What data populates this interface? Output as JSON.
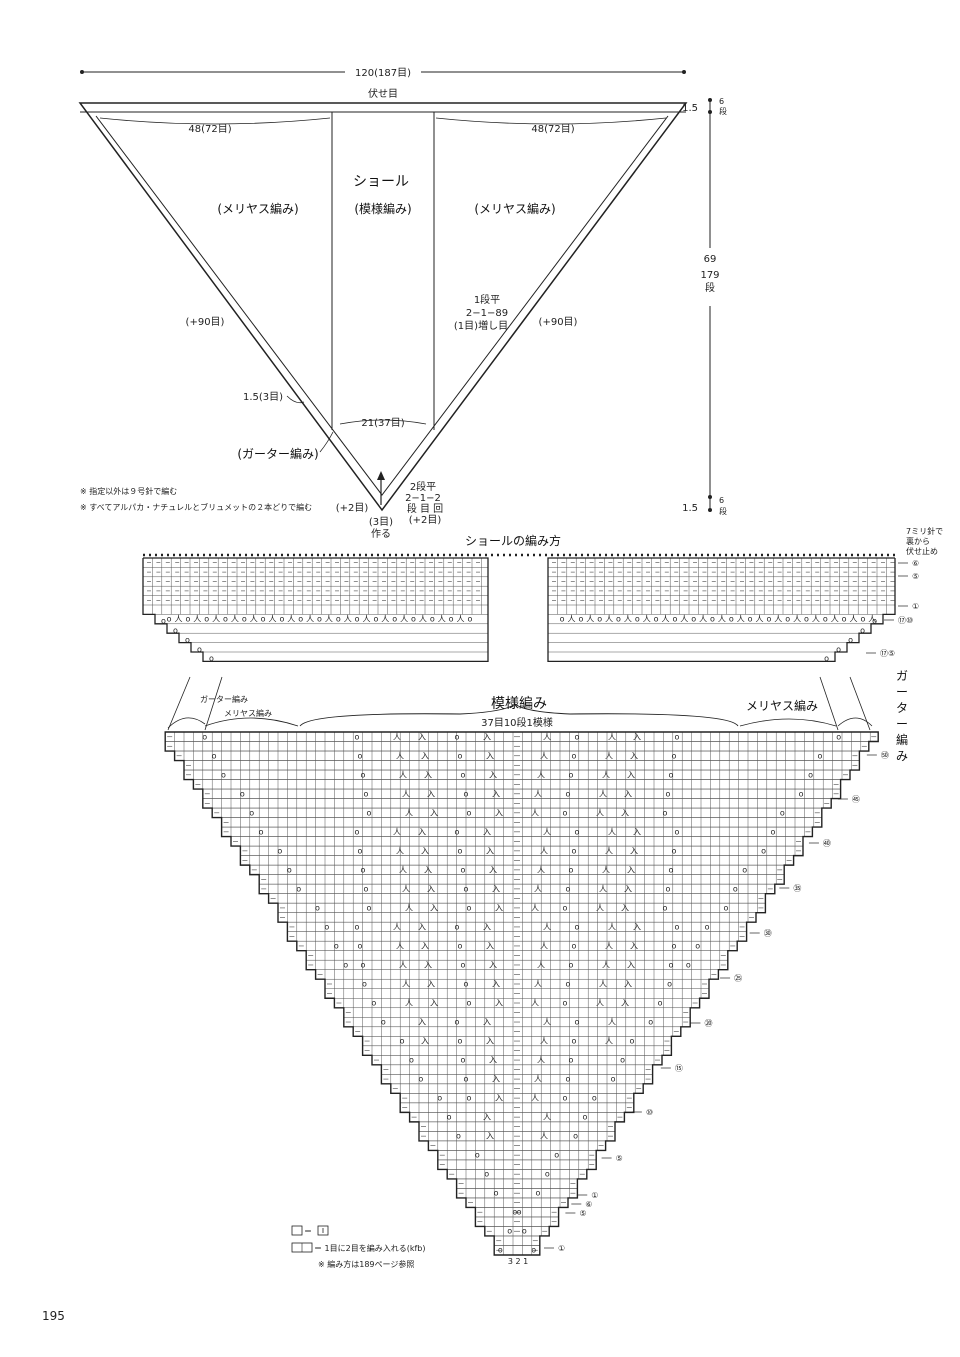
{
  "schematic": {
    "width_total": "120(187目)",
    "bind_off_label": "伏せ目",
    "half_width_left": "48(72目)",
    "half_width_right": "48(72目)",
    "title": "ショール",
    "center_pattern": "(模様編み)",
    "side_pattern_left": "(メリヤス編み)",
    "side_pattern_right": "(メリヤス編み)",
    "inc_left": "(+90目)",
    "inc_right": "(+90目)",
    "inc_rule_line1": "1段平",
    "inc_rule_line2": "2−1−89",
    "inc_rule_line3": "(1目)増し目",
    "edge_width": "1.5(3目)",
    "center_width": "21(37目)",
    "garter_label": "(ガーター編み)",
    "cast_on_line1": "(3目)",
    "cast_on_line2": "作る",
    "plus2_left": "(+2目)",
    "bottom_rule_line1": "2段平",
    "bottom_rule_line2": "2−1−2",
    "bottom_rule_line3": "段 目 回",
    "bottom_rule_line4": "(+2目)",
    "height_label": "69",
    "height_rows_1": "179",
    "height_rows_2": "段",
    "top_band": "1.5",
    "top_band_rows_1": "6",
    "top_band_rows_2": "段",
    "bottom_band": "1.5",
    "bottom_band_rows_1": "6",
    "bottom_band_rows_2": "段",
    "note1": "※ 指定以外は９号針で編む",
    "note2": "※ すべてアルパカ・ナチュレルとブリュメットの２本どりで編む"
  },
  "chart": {
    "title": "ショールの編み方",
    "bindoff_note_1": "7ミリ針で",
    "bindoff_note_2": "裏から",
    "bindoff_note_3": "伏せ止め",
    "garter_left": "ガーター編み",
    "stockinette_left": "メリヤス編み",
    "pattern_label": "模様編み",
    "repeat_label": "37目10段1模様",
    "stockinette_right": "メリヤス編み",
    "garter_right_1": "ガ",
    "garter_right_2": "ー",
    "garter_right_3": "タ",
    "garter_right_4": "ー",
    "garter_right_5": "編",
    "garter_right_6": "み",
    "row_markers_top": [
      "⑥",
      "⑤",
      "①",
      "⑰⑩",
      "⑰⑤"
    ],
    "row_markers_main": [
      "㊿",
      "㊺",
      "㊵",
      "㉟",
      "㉚",
      "㉕",
      "⑳",
      "⑮",
      "⑩",
      "⑤",
      "①",
      "⑥",
      "⑤",
      "①"
    ],
    "bottom_stitch_numbers": "3 2 1",
    "legend_1": "＝",
    "legend_2": "＝ 1目に2目を編み入れる(kfb)",
    "legend_3": "※ 編み方は189ページ参照"
  },
  "page_number": "195"
}
